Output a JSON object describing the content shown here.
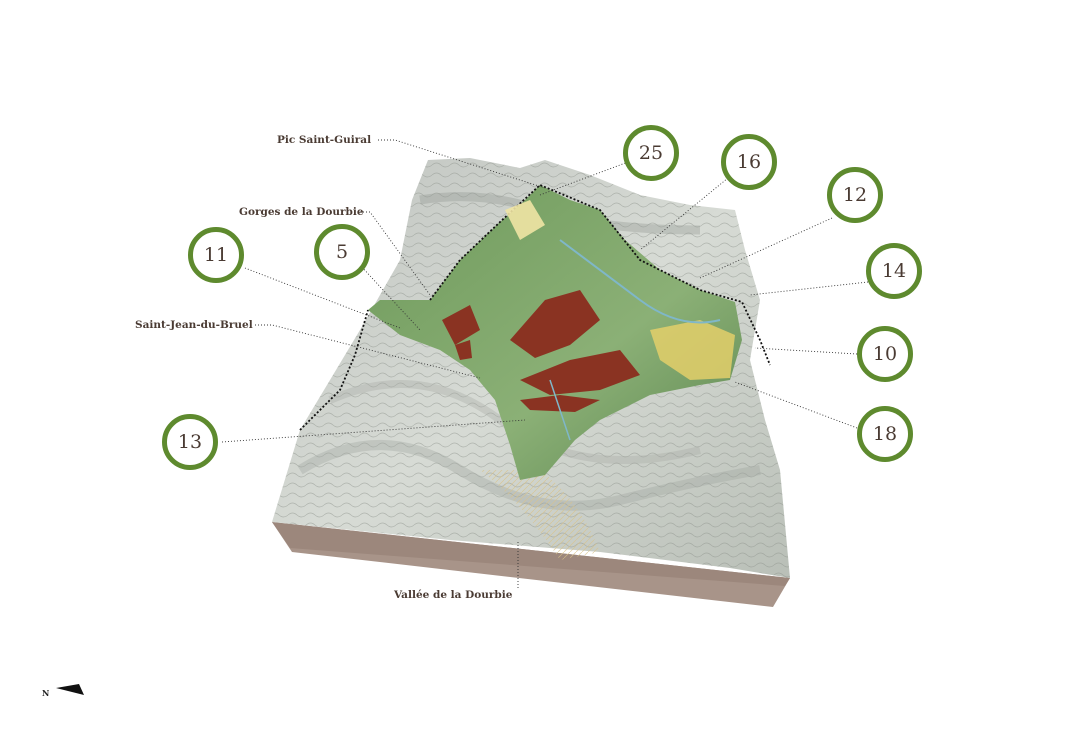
{
  "colors": {
    "marker_ring": "#5e8a2e",
    "label_text": "#4a3b33",
    "terrain_base": "#a89489",
    "forest_green": "#5f8b52",
    "clearcut_red": "#8a3322",
    "agri_yellow": "#e3cf6a",
    "relief_grey": "#c9cdc8"
  },
  "places": {
    "pic": "Pic Saint-Guiral",
    "gorges": "Gorges de la Dourbie",
    "saint_jean": "Saint-Jean-du-Bruel",
    "vallee": "Vallée de la Dourbie"
  },
  "markers": {
    "m25": "25",
    "m16": "16",
    "m12": "12",
    "m11": "11",
    "m5": "5",
    "m14": "14",
    "m10": "10",
    "m13": "13",
    "m18": "18"
  },
  "compass": {
    "label": "N",
    "icon": "north-arrow-icon"
  }
}
